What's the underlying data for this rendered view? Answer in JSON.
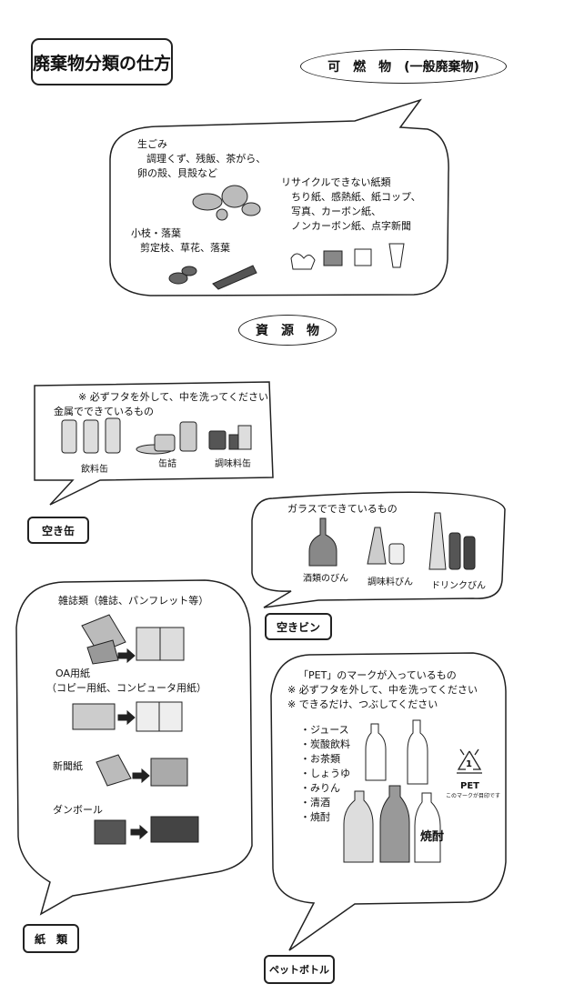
{
  "title": "廃棄物分類の仕方",
  "combustible": {
    "heading": "可　燃　物　(一般廃棄物)",
    "raw_garbage": {
      "title": "生ごみ",
      "lines": [
        "調理くず、残飯、茶がら、",
        "卵の殻、貝殻など"
      ]
    },
    "twigs": {
      "title": "小枝・落葉",
      "lines": [
        "剪定枝、草花、落葉"
      ]
    },
    "paper_nonrecyclable": {
      "title": "リサイクルできない紙類",
      "lines": [
        "ちり紙、感熱紙、紙コップ、",
        "写真、カーボン紙、",
        "ノンカーボン紙、点字新聞"
      ]
    }
  },
  "resources": {
    "heading": "資　源　物"
  },
  "cans": {
    "label": "空き缶",
    "note": "※ 必ずフタを外して、中を洗ってください",
    "metal_title": "金属でできているもの",
    "items": [
      "飲料缶",
      "缶詰",
      "調味料缶"
    ]
  },
  "bottles": {
    "label": "空きビン",
    "title": "ガラスでできているもの",
    "items": [
      "酒類のびん",
      "調味料びん",
      "ドリンクびん"
    ]
  },
  "paper": {
    "label": "紙　類",
    "magazines": "雑誌類（雑誌、パンフレット等）",
    "oa_title": "OA用紙",
    "oa_sub": "（コピー用紙、コンピュータ用紙）",
    "newspaper": "新聞紙",
    "cardboard": "ダンボール"
  },
  "pet": {
    "label": "ペットボトル",
    "title": "「PET」のマークが入っているもの",
    "note1": "※ 必ずフタを外して、中を洗ってください",
    "note2": "※ できるだけ、つぶしてください",
    "items": [
      "・ジュース",
      "・炭酸飲料",
      "・お茶類",
      "・しょうゆ",
      "・みりん",
      "・清酒",
      "・焼酎"
    ],
    "mark_number": "1",
    "mark_text": "PET",
    "mark_caption": "このマークが目印です",
    "bottle_label": "焼酎"
  }
}
